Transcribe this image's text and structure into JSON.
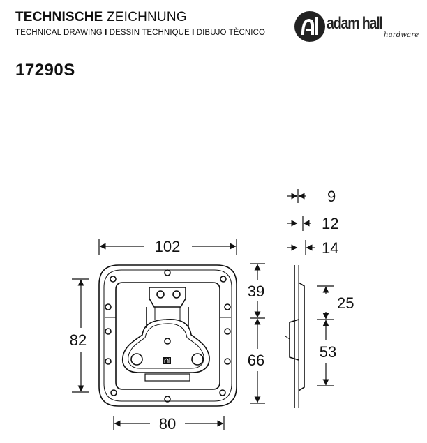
{
  "header": {
    "title_bold": "TECHNISCHE",
    "title_regular": "ZEICHNUNG",
    "subtitle_parts": [
      "TECHNICAL DRAWING",
      "I",
      "DESSIN TECHNIQUE",
      "I",
      "DIBUJO TÈCNICO"
    ]
  },
  "product_code": "17290S",
  "logo": {
    "brand": "adam hall",
    "tagline": "hardware"
  },
  "dimensions": {
    "width_overall": "102",
    "width_inner": "80",
    "height_overall": "82",
    "height_upper": "39",
    "height_lower": "66",
    "depth_9": "9",
    "depth_12": "12",
    "depth_14": "14",
    "side_upper": "25",
    "side_lower": "53"
  }
}
